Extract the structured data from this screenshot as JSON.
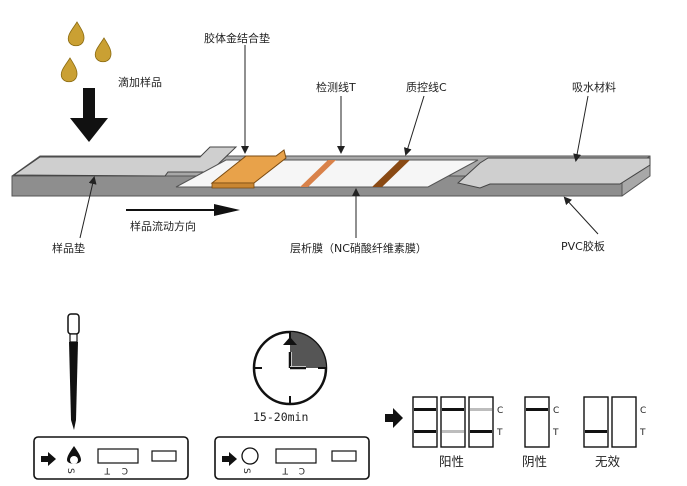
{
  "top": {
    "sample_add": "滴加样品",
    "gold_pad": "胶体金结合垫",
    "test_line": "检测线T",
    "control_line": "质控线C",
    "absorbent": "吸水材料",
    "sample_pad": "样品垫",
    "flow_direction": "样品流动方向",
    "membrane": "层析膜（NC硝酸纤维素膜）",
    "pvc_board": "PVC胶板"
  },
  "bottom": {
    "timer_label": "15-20min",
    "cassette": {
      "s": "S",
      "t": "T",
      "c": "C"
    },
    "side_c": "C",
    "side_t": "T",
    "results": {
      "positive": "阳性",
      "negative": "阴性",
      "invalid": "无效"
    }
  },
  "colors": {
    "gold": "#e8a24a",
    "droplet": "#caa033",
    "test_line": "#d9824a",
    "control_line": "#8a4a14",
    "strip_gray": "#c4c4c4"
  }
}
